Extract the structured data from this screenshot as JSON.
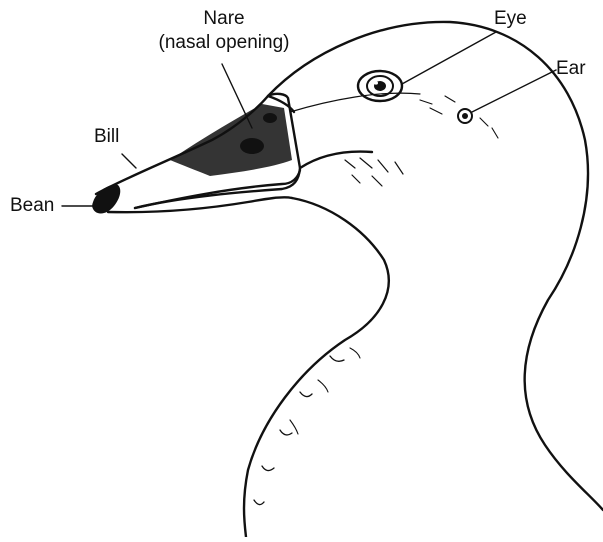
{
  "labels": {
    "nare": "Nare",
    "nare_sub": "(nasal opening)",
    "eye": "Eye",
    "ear": "Ear",
    "bill": "Bill",
    "bean": "Bean"
  },
  "colors": {
    "ink": "#111111",
    "background": "#ffffff"
  }
}
